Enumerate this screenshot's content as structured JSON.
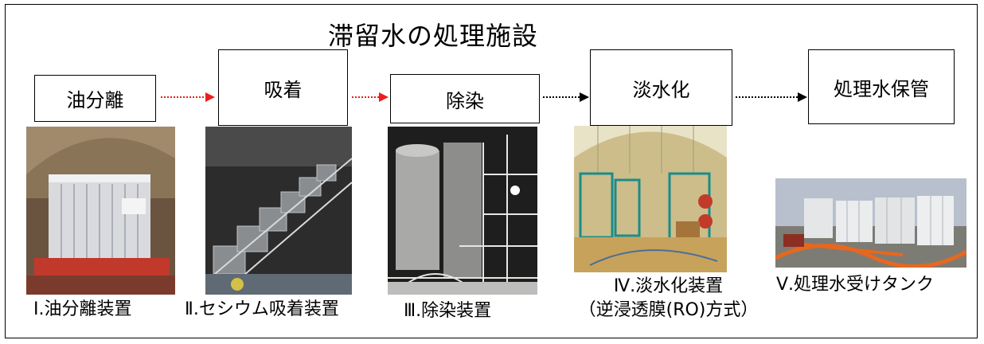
{
  "title": "滞留水の処理施設",
  "steps": [
    {
      "label": "油分離",
      "arrow_color": "#ee1c1c"
    },
    {
      "label": "吸着",
      "arrow_color": "#ee1c1c"
    },
    {
      "label": "除染",
      "arrow_color": "#000000"
    },
    {
      "label": "淡水化",
      "arrow_color": "#000000"
    },
    {
      "label": "処理水保管"
    }
  ],
  "photos": [
    {
      "icon": "oil-separator-photo"
    },
    {
      "icon": "cesium-adsorption-photo"
    },
    {
      "icon": "decontamination-photo"
    },
    {
      "icon": "desalination-photo"
    },
    {
      "icon": "storage-tank-photo"
    }
  ],
  "captions": [
    {
      "line1": "Ⅰ.油分離装置"
    },
    {
      "line1": "Ⅱ.セシウム吸着装置"
    },
    {
      "line1": "Ⅲ.除染装置"
    },
    {
      "line1": "Ⅳ.淡水化装置",
      "line2": "（逆浸透膜(RO)方式）"
    },
    {
      "line1": "Ⅴ.処理水受けタンク"
    }
  ]
}
